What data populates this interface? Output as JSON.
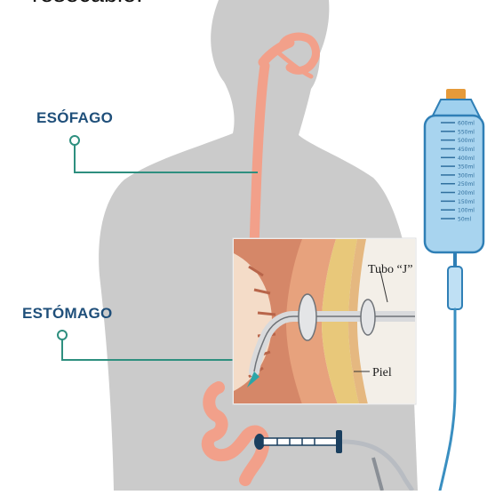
{
  "caption": {
    "text": "resecable."
  },
  "labels": {
    "esophagus": "ESÓFAGO",
    "stomach": "ESTÓMAGO"
  },
  "inset": {
    "tube_label": "Tubo “J”",
    "skin_label": "Piel"
  },
  "colors": {
    "body_silhouette": "#c9c9c9",
    "digestive_tract": "#f2a08a",
    "label_text": "#1f4f7a",
    "leader_line": "#2e8f7f",
    "bag_fill": "#a8d4ef",
    "bag_cap": "#e59a3a",
    "tubing": "#3a8fc1",
    "skin_layer": "#e8c87a"
  },
  "bag_scale_marks": [
    "50ml",
    "100ml",
    "150ml",
    "200ml",
    "250ml",
    "300ml",
    "350ml",
    "400ml",
    "450ml",
    "500ml",
    "550ml",
    "600ml"
  ]
}
